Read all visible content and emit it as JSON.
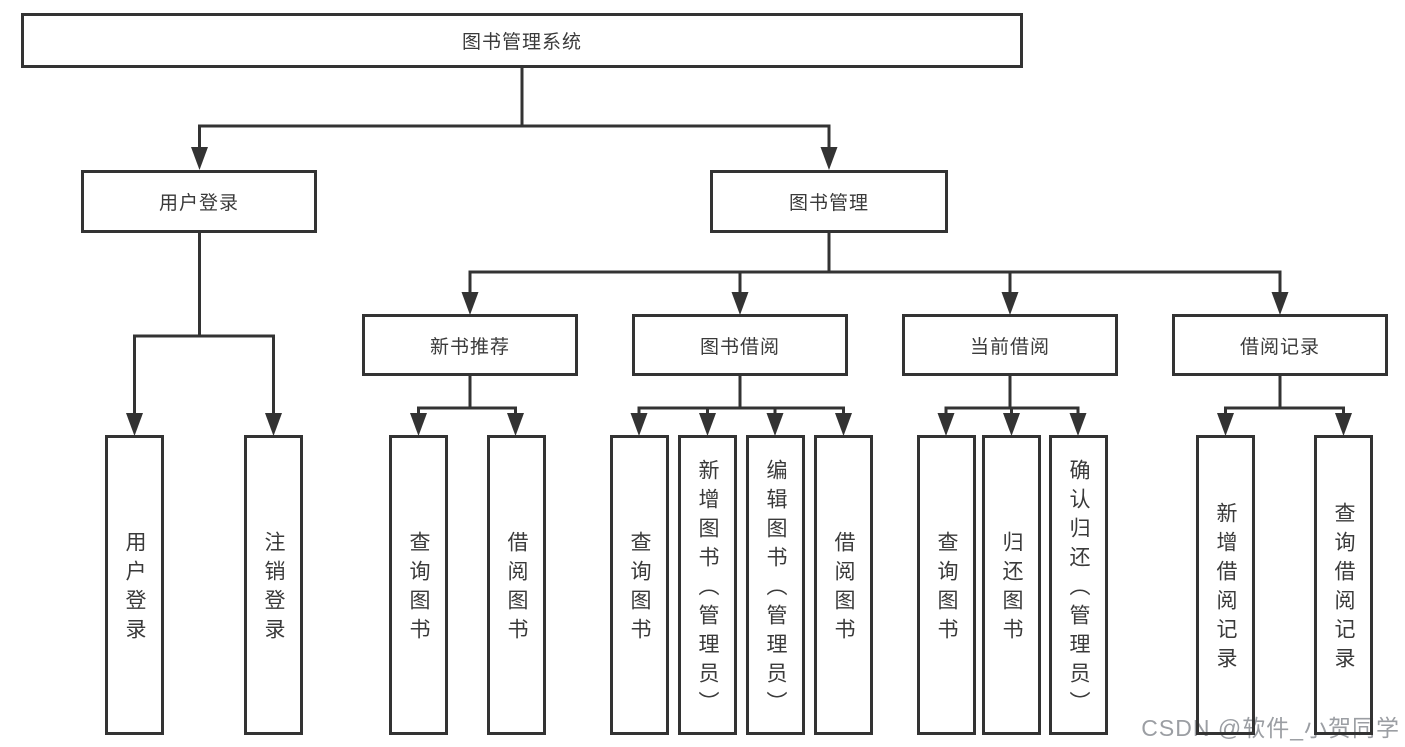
{
  "watermark": {
    "text": "CSDN @软件_小贺同学",
    "color": "#9b9ea3"
  },
  "colors": {
    "line": "#333333",
    "border": "#333333",
    "text": "#3a3a3a",
    "background": "#ffffff"
  },
  "tree": {
    "root": {
      "label": "图书管理系统",
      "children": [
        {
          "label": "用户登录",
          "children": [
            {
              "label": "用户登录"
            },
            {
              "label": "注销登录"
            }
          ]
        },
        {
          "label": "图书管理",
          "children": [
            {
              "label": "新书推荐",
              "children": [
                {
                  "label": "查询图书"
                },
                {
                  "label": "借阅图书"
                }
              ]
            },
            {
              "label": "图书借阅",
              "children": [
                {
                  "label": "查询图书"
                },
                {
                  "label": "新增图书（管理员）"
                },
                {
                  "label": "编辑图书（管理员）"
                },
                {
                  "label": "借阅图书"
                }
              ]
            },
            {
              "label": "当前借阅",
              "children": [
                {
                  "label": "查询图书"
                },
                {
                  "label": "归还图书"
                },
                {
                  "label": "确认归还（管理员）"
                }
              ]
            },
            {
              "label": "借阅记录",
              "children": [
                {
                  "label": "新增借阅记录"
                },
                {
                  "label": "查询借阅记录"
                }
              ]
            }
          ]
        }
      ]
    }
  }
}
